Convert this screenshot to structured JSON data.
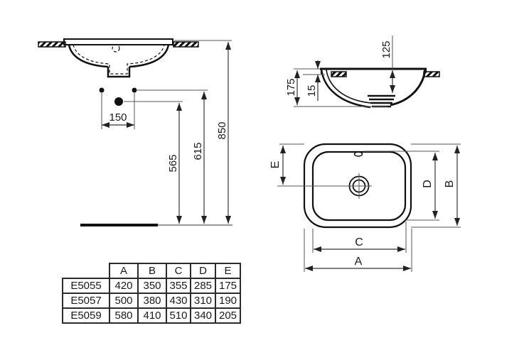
{
  "drawing": {
    "front_view": {
      "faucet_spacing": "150",
      "drain_line_height": "565",
      "supply_line_height": "615",
      "rim_height": "850"
    },
    "side_view": {
      "bowl_inner_depth": "125",
      "total_depth": "175",
      "rim_above_counter": "15"
    },
    "top_view": {
      "dim_a": "A",
      "dim_b": "B",
      "dim_c": "C",
      "dim_d": "D",
      "dim_e": "E"
    }
  },
  "table": {
    "columns": [
      "A",
      "B",
      "C",
      "D",
      "E"
    ],
    "rows": [
      {
        "model": "E5055",
        "values": [
          "420",
          "350",
          "355",
          "285",
          "175"
        ]
      },
      {
        "model": "E5057",
        "values": [
          "500",
          "380",
          "430",
          "310",
          "190"
        ]
      },
      {
        "model": "E5059",
        "values": [
          "580",
          "410",
          "510",
          "340",
          "205"
        ]
      }
    ]
  }
}
